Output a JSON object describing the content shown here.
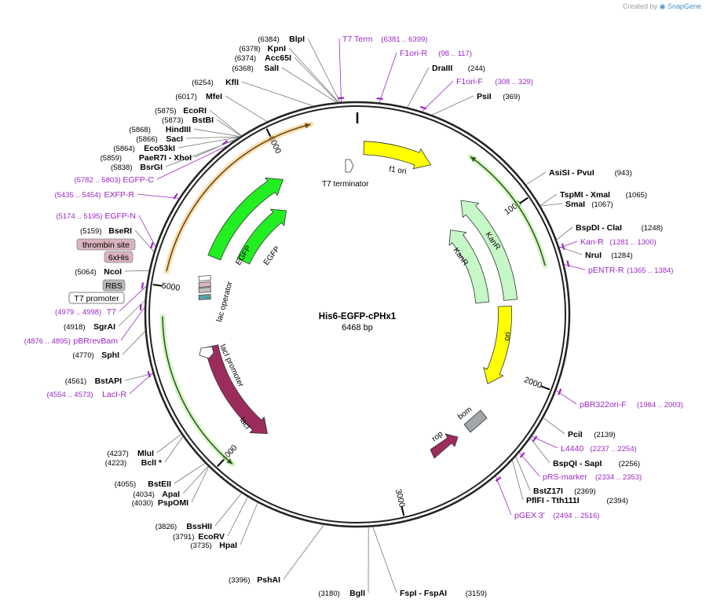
{
  "branding": {
    "created_by": "Created by",
    "app_name": "SnapGene"
  },
  "plasmid": {
    "name": "His6-EGFP-cPHx1",
    "size_label": "6468 bp",
    "length": 6468
  },
  "ruler": [
    {
      "pos": 1000,
      "label": "1000"
    },
    {
      "pos": 2000,
      "label": "2000"
    },
    {
      "pos": 3000,
      "label": "3000"
    },
    {
      "pos": 4000,
      "label": "4000"
    },
    {
      "pos": 5000,
      "label": "5000"
    },
    {
      "pos": 6000,
      "label": "6000"
    }
  ],
  "restriction_sites": [
    {
      "name": "BlpI",
      "pos_label": "(6384)",
      "pos": 6384
    },
    {
      "name": "KpnI",
      "pos_label": "(6378)",
      "pos": 6378
    },
    {
      "name": "Acc65I",
      "pos_label": "(6374)",
      "pos": 6374
    },
    {
      "name": "SalI",
      "pos_label": "(6368)",
      "pos": 6368
    },
    {
      "name": "KflI",
      "pos_label": "(6254)",
      "pos": 6254
    },
    {
      "name": "MfeI",
      "pos_label": "(6017)",
      "pos": 6017
    },
    {
      "name": "EcoRI",
      "pos_label": "(5875)",
      "pos": 5875
    },
    {
      "name": "BstBI",
      "pos_label": "(5873)",
      "pos": 5873
    },
    {
      "name": "HindIII",
      "pos_label": "(5868)",
      "pos": 5868
    },
    {
      "name": "SacI",
      "pos_label": "(5866)",
      "pos": 5866
    },
    {
      "name": "Eco53kI",
      "pos_label": "(5864)",
      "pos": 5864
    },
    {
      "name": "PaeR7I - XhoI",
      "pos_label": "(5859)",
      "pos": 5859
    },
    {
      "name": "BsrGI",
      "pos_label": "(5838)",
      "pos": 5838
    },
    {
      "name": "BseRI",
      "pos_label": "(5159)",
      "pos": 5159
    },
    {
      "name": "NcoI",
      "pos_label": "(5064)",
      "pos": 5064
    },
    {
      "name": "SgrAI",
      "pos_label": "(4918)",
      "pos": 4918
    },
    {
      "name": "SphI",
      "pos_label": "(4770)",
      "pos": 4770
    },
    {
      "name": "BstAPI",
      "pos_label": "(4561)",
      "pos": 4561
    },
    {
      "name": "MluI",
      "pos_label": "(4237)",
      "pos": 4237
    },
    {
      "name": "BclI *",
      "pos_label": "(4223)",
      "pos": 4223
    },
    {
      "name": "BstEII",
      "pos_label": "(4055)",
      "pos": 4055
    },
    {
      "name": "ApaI",
      "pos_label": "(4034)",
      "pos": 4034
    },
    {
      "name": "PspOMI",
      "pos_label": "(4030)",
      "pos": 4030
    },
    {
      "name": "BssHII",
      "pos_label": "(3826)",
      "pos": 3826
    },
    {
      "name": "EcoRV",
      "pos_label": "(3791)",
      "pos": 3791
    },
    {
      "name": "HpaI",
      "pos_label": "(3735)",
      "pos": 3735
    },
    {
      "name": "PshAI",
      "pos_label": "(3396)",
      "pos": 3396
    },
    {
      "name": "BglI",
      "pos_label": "(3180)",
      "pos": 3180
    },
    {
      "name": "FspI - FspAI",
      "pos_label": "(3159)",
      "pos": 3159
    },
    {
      "name": "DraIII",
      "pos_label": "(244)",
      "pos": 244
    },
    {
      "name": "PsiI",
      "pos_label": "(369)",
      "pos": 369
    },
    {
      "name": "AsiSI - PvuI",
      "pos_label": "(943)",
      "pos": 943
    },
    {
      "name": "TspMI - XmaI",
      "pos_label": "(1065)",
      "pos": 1065
    },
    {
      "name": "SmaI",
      "pos_label": "(1067)",
      "pos": 1067
    },
    {
      "name": "BspDI - ClaI",
      "pos_label": "(1248)",
      "pos": 1248
    },
    {
      "name": "NruI",
      "pos_label": "(1284)",
      "pos": 1284
    },
    {
      "name": "PciI",
      "pos_label": "(2139)",
      "pos": 2139
    },
    {
      "name": "BspQI - SapI",
      "pos_label": "(2256)",
      "pos": 2256
    },
    {
      "name": "BstZ17I",
      "pos_label": "(2369)",
      "pos": 2369
    },
    {
      "name": "PflFI - Tth111I",
      "pos_label": "(2394)",
      "pos": 2394
    }
  ],
  "primers": [
    {
      "name": "T7 Term",
      "range": "(6381 .. 6399)",
      "pos": 6390
    },
    {
      "name": "F1ori-R",
      "range": "(98 .. 117)",
      "pos": 107
    },
    {
      "name": "F1ori-F",
      "range": "(308 .. 329)",
      "pos": 318
    },
    {
      "name": "EGFP-C",
      "range": "(5782 .. 5803)",
      "pos": 5792
    },
    {
      "name": "EXFP-R",
      "range": "(5435 .. 5454)",
      "pos": 5444
    },
    {
      "name": "EGFP-N",
      "range": "(5174 .. 5195)",
      "pos": 5184
    },
    {
      "name": "T7",
      "range": "(4979 .. 4998)",
      "pos": 4988
    },
    {
      "name": "pBRrevBam",
      "range": "(4876 .. 4895)",
      "pos": 4885
    },
    {
      "name": "LacI-R",
      "range": "(4554 .. 4573)",
      "pos": 4563
    },
    {
      "name": "Kan-R",
      "range": "(1281 .. 1300)",
      "pos": 1290
    },
    {
      "name": "pENTR-R",
      "range": "(1365 .. 1384)",
      "pos": 1374
    },
    {
      "name": "pBR322ori-F",
      "range": "(1984 .. 2003)",
      "pos": 1993
    },
    {
      "name": "L4440",
      "range": "(2237 .. 2254)",
      "pos": 2245
    },
    {
      "name": "pRS-marker",
      "range": "(2334 .. 2353)",
      "pos": 2343
    },
    {
      "name": "pGEX 3'",
      "range": "(2494 .. 2516)",
      "pos": 2505
    }
  ],
  "tagged_features": [
    {
      "name": "thrombin site",
      "color": "#d9b3bd"
    },
    {
      "name": "6xHis",
      "color": "#d9b3bd"
    },
    {
      "name": "RBS",
      "color": "#b8b8b8"
    },
    {
      "name": "T7 promoter",
      "color": "#ffffff"
    }
  ],
  "features": [
    {
      "name": "f1 ori",
      "color": "#ffff00"
    },
    {
      "name": "T7 terminator",
      "color": "#ffffff"
    },
    {
      "name": "KanR",
      "color": "#c6f7c6"
    },
    {
      "name": "KanR",
      "color": "#c6f7c6"
    },
    {
      "name": "ori",
      "color": "#ffff00"
    },
    {
      "name": "EGFP",
      "color": "#22ee22"
    },
    {
      "name": "EGFP",
      "color": "#22ee22"
    },
    {
      "name": "lac operator",
      "color": "#ffffff"
    },
    {
      "name": "lacI promoter",
      "color": "#ffffff"
    },
    {
      "name": "lacI",
      "color": "#9c2c5c"
    },
    {
      "name": "rop",
      "color": "#9c2c5c"
    },
    {
      "name": "bom",
      "color": "#a0a6aa"
    }
  ]
}
